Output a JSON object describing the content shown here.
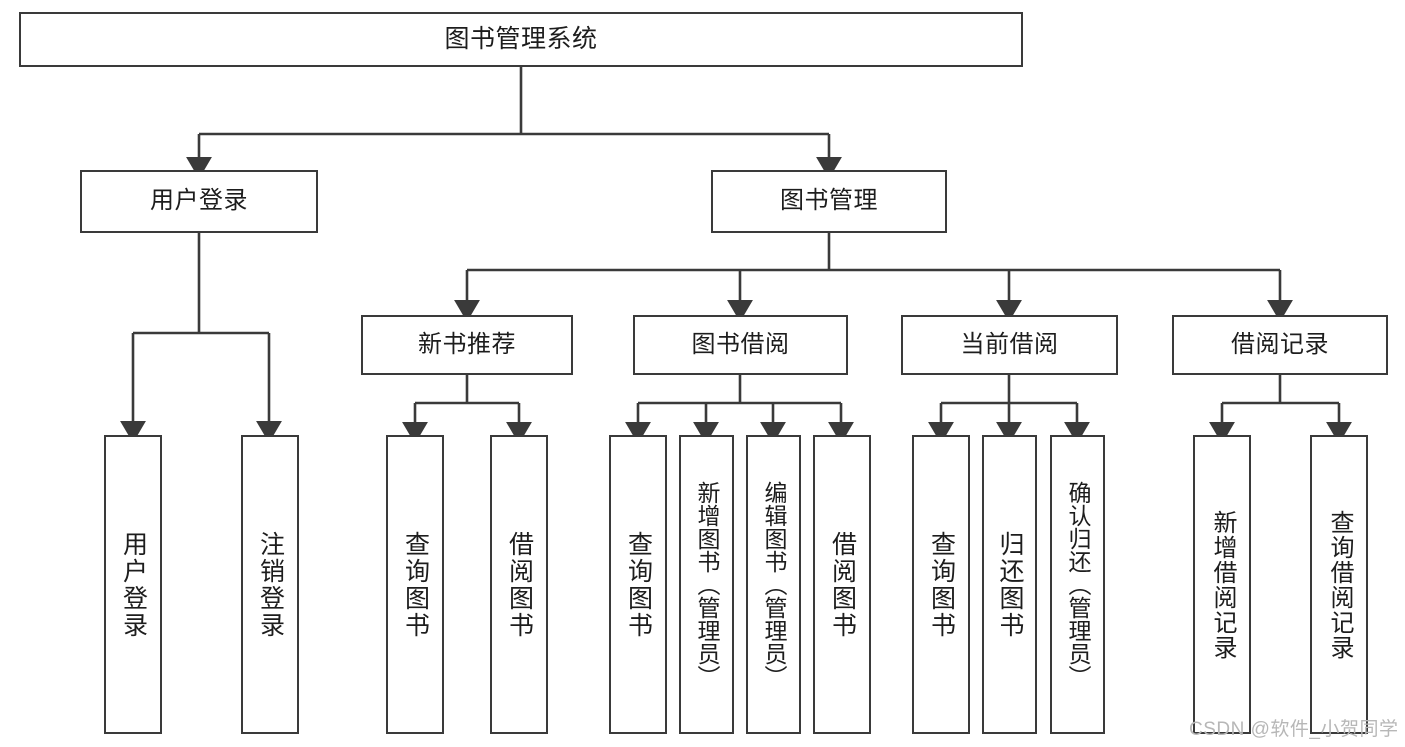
{
  "diagram": {
    "title": "图书管理系统",
    "type": "hierarchy-tree",
    "nodes": {
      "root": {
        "label": "图书管理系统"
      },
      "level2": [
        {
          "id": "user-login",
          "label": "用户登录"
        },
        {
          "id": "book-manage",
          "label": "图书管理"
        }
      ],
      "level3": [
        {
          "id": "new-book-recommend",
          "label": "新书推荐"
        },
        {
          "id": "book-borrow",
          "label": "图书借阅"
        },
        {
          "id": "current-borrow",
          "label": "当前借阅"
        },
        {
          "id": "borrow-record",
          "label": "借阅记录"
        }
      ],
      "leaves": [
        {
          "id": "leaf-user-login",
          "label": "用户登录",
          "parent": "user-login"
        },
        {
          "id": "leaf-logout",
          "label": "注销登录",
          "parent": "user-login"
        },
        {
          "id": "leaf-query-book-1",
          "label": "查询图书",
          "parent": "new-book-recommend"
        },
        {
          "id": "leaf-borrow-book-1",
          "label": "借阅图书",
          "parent": "new-book-recommend"
        },
        {
          "id": "leaf-query-book-2",
          "label": "查询图书",
          "parent": "book-borrow"
        },
        {
          "id": "leaf-add-book",
          "label": "新增图书（管理员）",
          "parent": "book-borrow"
        },
        {
          "id": "leaf-edit-book",
          "label": "编辑图书（管理员）",
          "parent": "book-borrow"
        },
        {
          "id": "leaf-borrow-book-2",
          "label": "借阅图书",
          "parent": "book-borrow"
        },
        {
          "id": "leaf-query-book-3",
          "label": "查询图书",
          "parent": "current-borrow"
        },
        {
          "id": "leaf-return-book",
          "label": "归还图书",
          "parent": "current-borrow"
        },
        {
          "id": "leaf-confirm-return",
          "label": "确认归还（管理员）",
          "parent": "current-borrow"
        },
        {
          "id": "leaf-add-record",
          "label": "新增借阅记录",
          "parent": "borrow-record"
        },
        {
          "id": "leaf-query-record",
          "label": "查询借阅记录",
          "parent": "borrow-record"
        }
      ]
    },
    "colors": {
      "border": "#3a3a3a",
      "background": "#ffffff",
      "text": "#1d1d1d",
      "watermark": "#b7b7b7"
    }
  },
  "watermark": {
    "text": "CSDN @软件_小贺同学"
  }
}
